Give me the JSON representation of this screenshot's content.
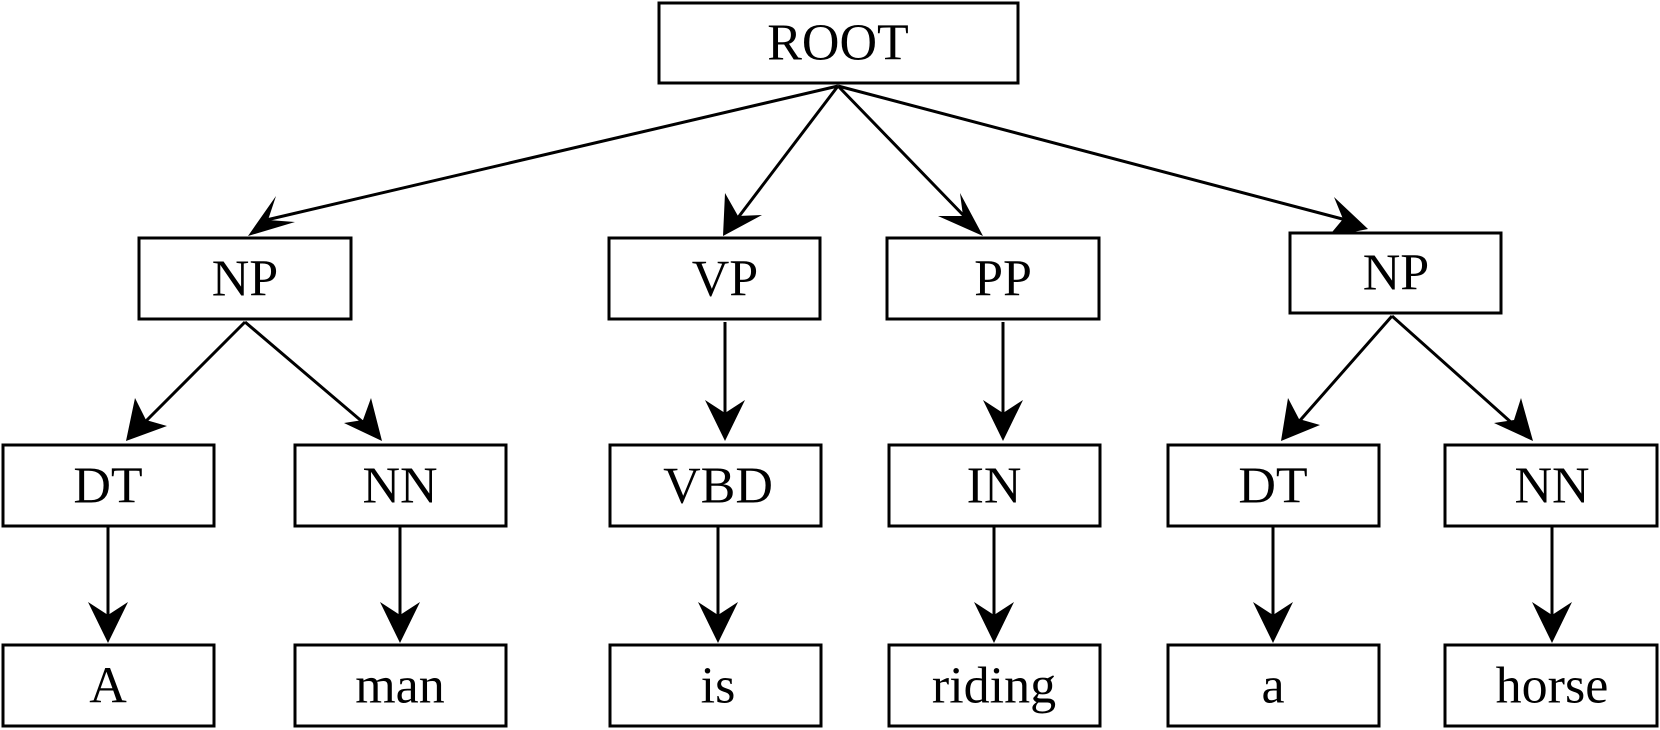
{
  "tree": {
    "nodes": {
      "root": {
        "label": "ROOT"
      },
      "np1": {
        "label": "NP"
      },
      "vp": {
        "label": "VP"
      },
      "pp": {
        "label": "PP"
      },
      "np2": {
        "label": "NP"
      },
      "dt1": {
        "label": "DT"
      },
      "nn1": {
        "label": "NN"
      },
      "vbd": {
        "label": "VBD"
      },
      "in": {
        "label": "IN"
      },
      "dt2": {
        "label": "DT"
      },
      "nn2": {
        "label": "NN"
      },
      "w1": {
        "label": "A"
      },
      "w2": {
        "label": "man"
      },
      "w3": {
        "label": "is"
      },
      "w4": {
        "label": "riding"
      },
      "w5": {
        "label": "a"
      },
      "w6": {
        "label": "horse"
      }
    }
  }
}
